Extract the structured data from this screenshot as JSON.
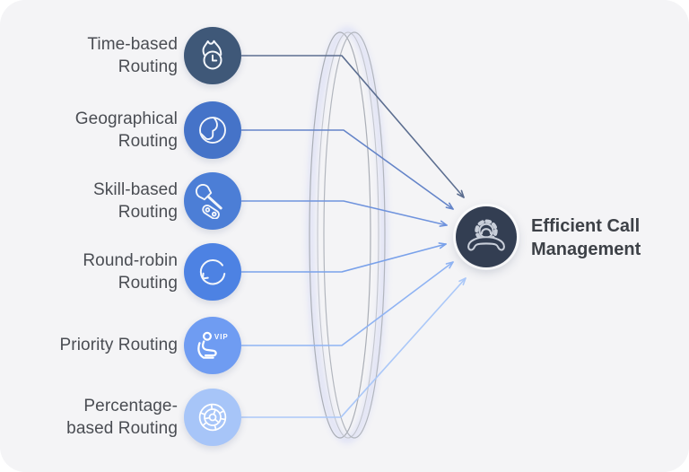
{
  "diagram": {
    "nodes": [
      {
        "label": "Time-based\nRouting",
        "color": "#3f5878",
        "line_color": "#5c6e90",
        "icon": "flame-clock-icon"
      },
      {
        "label": "Geographical\nRouting",
        "color": "#4573c8",
        "line_color": "#6484c8",
        "icon": "globe-icon"
      },
      {
        "label": "Skill-based\nRouting",
        "color": "#4c7ed6",
        "line_color": "#6f93dd",
        "icon": "tools-icon"
      },
      {
        "label": "Round-robin\nRouting",
        "color": "#4d82e3",
        "line_color": "#79a1ea",
        "icon": "rotate-arrow-icon"
      },
      {
        "label": "Priority Routing",
        "color": "#6f9cf2",
        "line_color": "#8fb3f3",
        "icon": "vip-seat-icon"
      },
      {
        "label": "Percentage-\nbased Routing",
        "color": "#a7c5f8",
        "line_color": "#abc8f8",
        "icon": "segmented-wheel-icon"
      }
    ],
    "target": {
      "label": "Efficient Call\nManagement",
      "color": "#333e52"
    },
    "vip_text": "VIP",
    "background": "#f4f4f6",
    "lens_stroke": "#aaaeb6",
    "lens_glow": "#dcdff5"
  }
}
